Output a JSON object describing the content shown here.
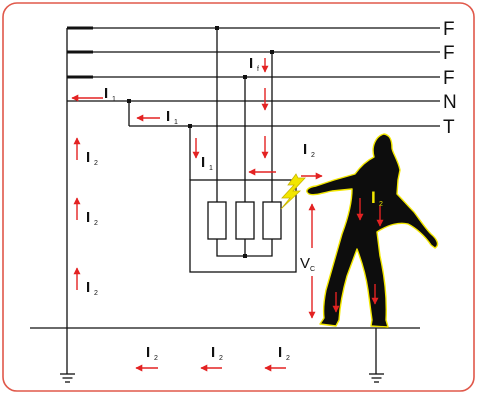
{
  "colors": {
    "frame": "#e0584a",
    "wire": "#111111",
    "current_arrow": "#e32222",
    "person_fill": "#0d0d0d",
    "person_outline": "#f2e600",
    "spark": "#f2e600"
  },
  "conductors": {
    "f1": "F",
    "f2": "F",
    "f3": "F",
    "neutral": "N",
    "earth": "T"
  },
  "currents": {
    "i1_main": "I",
    "i1_main_sub": "1",
    "i1_branch": "I",
    "i1_branch_sub": "1",
    "i1_load": "I",
    "i1_load_sub": "1",
    "if_label": "I",
    "if_sub": "f",
    "i2_contact": "I",
    "i2_contact_sub": "2",
    "i2_body": "I",
    "i2_body_sub": "2",
    "i2_left_a": "I",
    "i2_left_a_sub": "2",
    "i2_left_b": "I",
    "i2_left_b_sub": "2",
    "i2_left_c": "I",
    "i2_left_c_sub": "2",
    "i2_ground_a": "I",
    "i2_ground_a_sub": "2",
    "i2_ground_b": "I",
    "i2_ground_b_sub": "2",
    "i2_ground_c": "I",
    "i2_ground_c_sub": "2"
  },
  "voltage": {
    "label": "V",
    "sub": "C"
  },
  "icons": {
    "ground_left": "earth-ground-icon",
    "ground_right": "earth-ground-icon",
    "spark": "lightning-spark-icon",
    "person": "person-silhouette-icon"
  }
}
